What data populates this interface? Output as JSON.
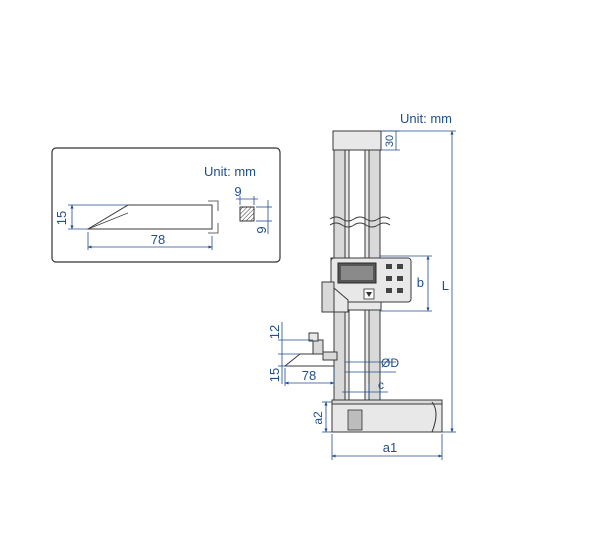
{
  "inset": {
    "unit_label": "Unit: mm",
    "dim_length": "78",
    "dim_height": "15",
    "dim_section_width": "9",
    "dim_section_height": "9"
  },
  "main": {
    "unit_label": "Unit: mm",
    "dim_top": "30",
    "dim_total_height": "L",
    "dim_display": "b",
    "dim_scriber_vert": "12",
    "dim_scriber_height": "15",
    "dim_scriber_length": "78",
    "dim_diameter": "ØD",
    "dim_column_gap": "c",
    "dim_base_height": "a2",
    "dim_base_width": "a1"
  },
  "colors": {
    "dimension": "#1f4e8c",
    "outline": "#3a3a3a"
  }
}
